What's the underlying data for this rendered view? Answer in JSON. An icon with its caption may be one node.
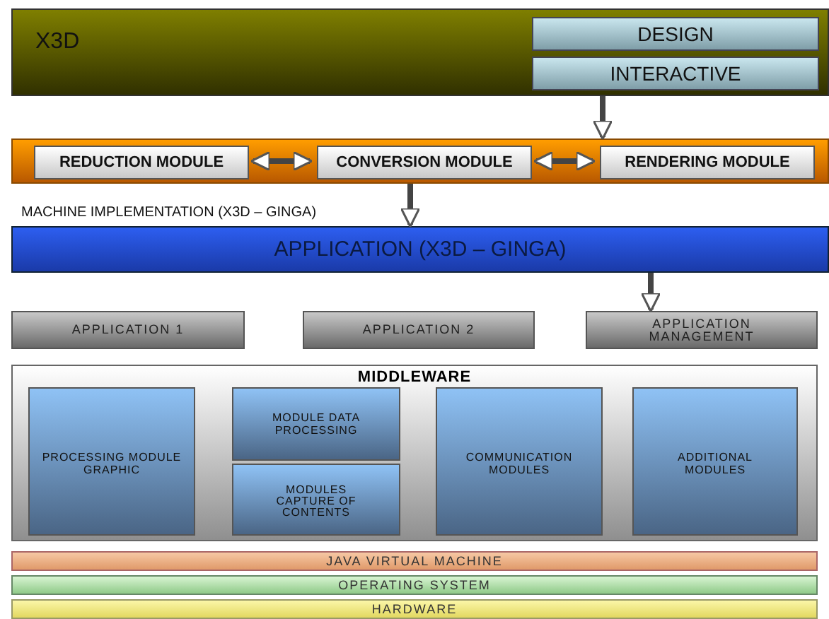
{
  "diagram": {
    "nodes": [
      {
        "text": [
          "X3D"
        ]
      },
      {
        "text": [
          "DESIGN"
        ],
        "in": 0
      },
      {
        "text": [
          "INTERACTIVE"
        ],
        "in": 0
      },
      {
        "text": [],
        "shape": "bar"
      },
      {
        "text": [
          "REDUCTION MODULE"
        ],
        "in": 3
      },
      {
        "text": [
          "CONVERSION MODULE"
        ],
        "in": 3
      },
      {
        "text": [
          "RENDERING MODULE"
        ],
        "in": 3
      },
      {
        "text": [
          "APPLICATION (X3D – GINGA)"
        ]
      },
      {
        "text": [
          "APPLICATION 1"
        ]
      },
      {
        "text": [
          "APPLICATION 2"
        ]
      },
      {
        "text": [
          "APPLICATION MANAGEMENT"
        ]
      },
      {
        "text": [
          "MIDDLEWARE"
        ]
      },
      {
        "text": [
          "PROCESSING MODULE GRAPHIC"
        ],
        "in": 11
      },
      {
        "text": [
          "MODULE DATA PROCESSING"
        ],
        "in": 11
      },
      {
        "text": [
          "MODULES CAPTURE OF CONTENTS"
        ],
        "in": 11
      },
      {
        "text": [
          "COMMUNICATION MODULES"
        ],
        "in": 11
      },
      {
        "text": [
          "ADDITIONAL MODULES"
        ],
        "in": 11
      },
      {
        "text": [
          "JAVA VIRTUAL MACHINE"
        ]
      },
      {
        "text": [
          "OPERATING SYSTEM"
        ]
      },
      {
        "text": [
          "HARDWARE"
        ]
      }
    ],
    "edges": [
      {
        "from": 2,
        "to": 3,
        "arrow": "to"
      },
      {
        "from": 4,
        "to": 5,
        "arrow": "both"
      },
      {
        "from": 5,
        "to": 6,
        "arrow": "both"
      },
      {
        "from": 3,
        "to": 7,
        "arrow": "to"
      },
      {
        "from": 7,
        "to": 10,
        "arrow": "to"
      }
    ],
    "labels": [
      "MACHINE IMPLEMENTATION (X3D – GINGA)"
    ]
  }
}
